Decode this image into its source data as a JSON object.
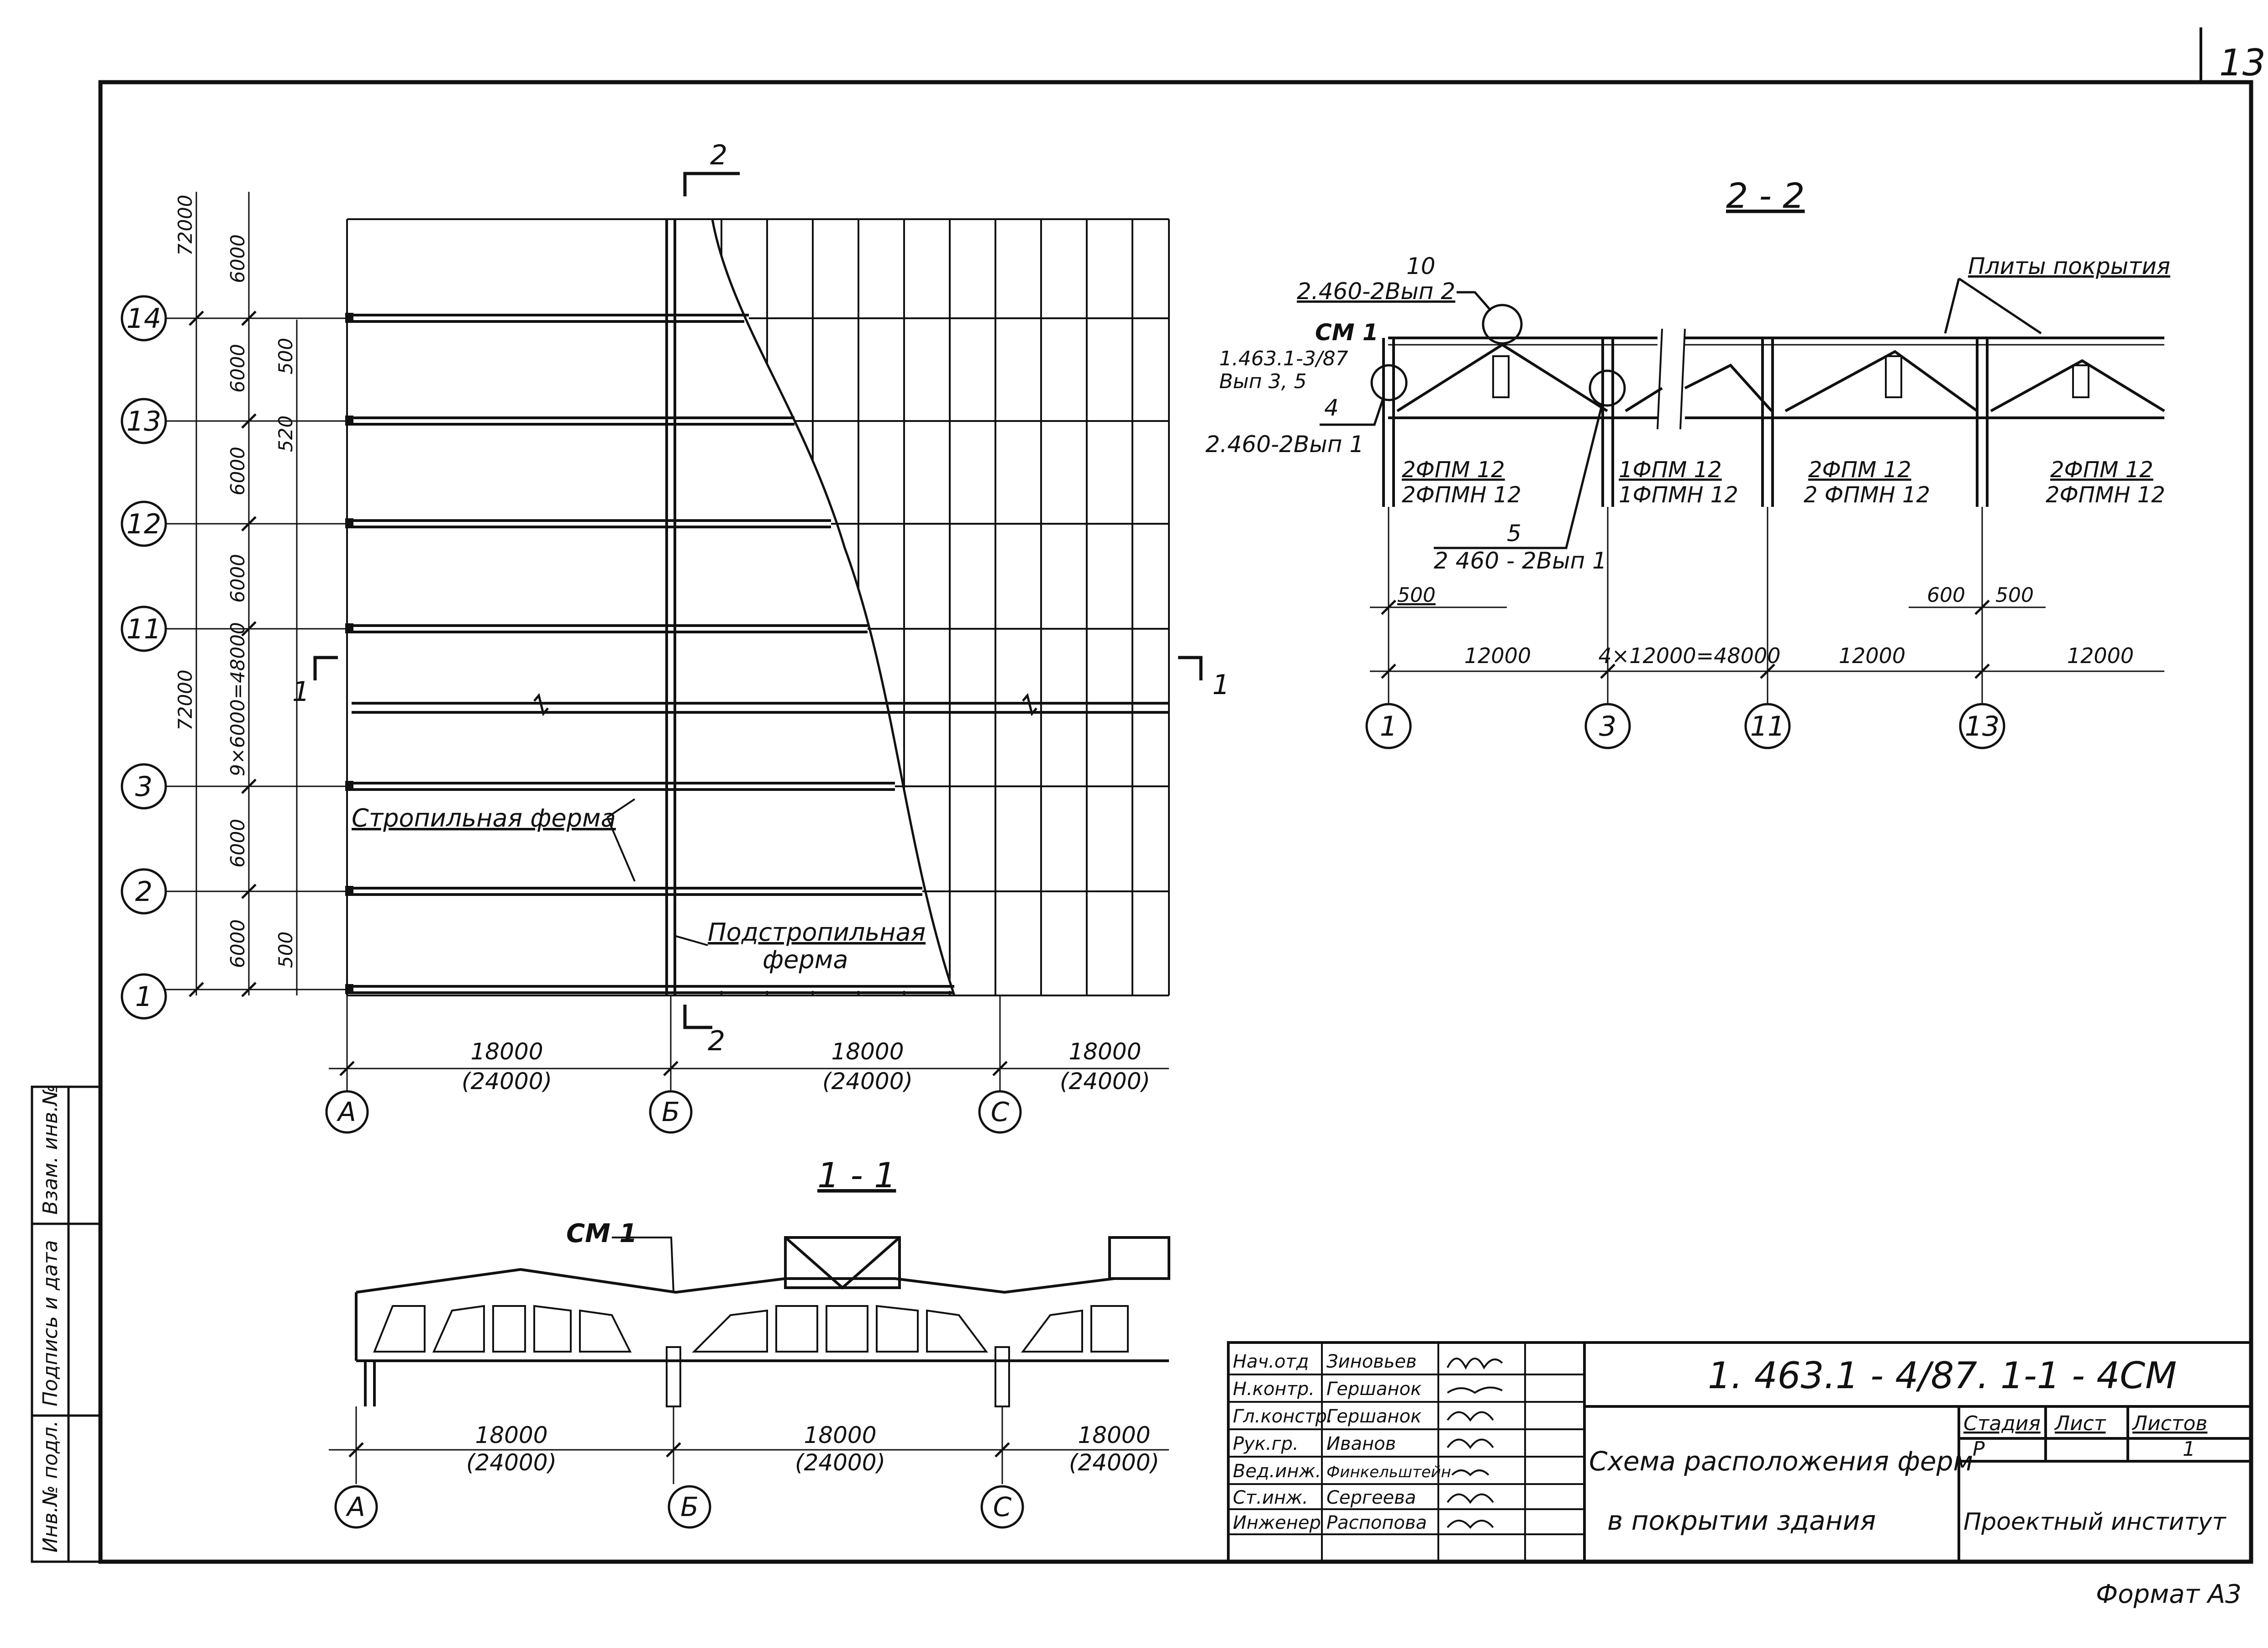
{
  "page_number": "13",
  "format": "Формат А3",
  "plan": {
    "axes_rows": [
      "14",
      "13",
      "12",
      "11",
      "3",
      "2",
      "1"
    ],
    "axes_cols": [
      "А",
      "Б",
      "С"
    ],
    "left_dims": [
      "6000",
      "6000",
      "6000",
      "6000",
      "6000",
      "6000"
    ],
    "left_outer": "72000",
    "left_outer2": "72000",
    "middle_dim": "9×6000=48000",
    "small_500_top": "500",
    "small_520": "520",
    "small_500_bottom": "500",
    "bottom_dims": [
      "18000",
      "18000",
      "18000"
    ],
    "bottom_dims_alt": [
      "(24000)",
      "(24000)",
      "(24000)"
    ],
    "label_truss": "Стропильная ферма",
    "label_subtruss_1": "Подстропильная",
    "label_subtruss_2": "ферма",
    "section_2": "2",
    "section_1": "1"
  },
  "section_22": {
    "title": "2 - 2",
    "callout_10": "10",
    "callout_10_ref": "2.460-2Вып 2",
    "callout_cm": "СМ 1",
    "callout_cm_ref1": "1.463.1-3/87",
    "callout_cm_ref2": "Вып 3, 5",
    "callout_4": "4",
    "callout_4_ref": "2.460-2Вып 1",
    "callout_5": "5",
    "callout_5_ref": "2 460 - 2Вып 1",
    "plates": "Плиты покрытия",
    "col_labels": [
      [
        "2ФПМ 12",
        "2ФПМН 12"
      ],
      [
        "1ФПМ 12",
        "1ФПМН 12"
      ],
      [
        "2ФПМ 12",
        "2 ФПМН 12"
      ],
      [
        "2ФПМ 12",
        "2ФПМН 12"
      ]
    ],
    "dim_500_left": "500",
    "dim_600": "600",
    "dim_500_right": "500",
    "dims": [
      "12000",
      "4×12000=48000",
      "12000",
      "12000"
    ],
    "axes": [
      "1",
      "3",
      "11",
      "13"
    ]
  },
  "section_11": {
    "title": "1 - 1",
    "callout_cm": "СМ 1",
    "dims": [
      "18000",
      "18000",
      "18000"
    ],
    "dims_alt": [
      "(24000)",
      "(24000)",
      "(24000)"
    ],
    "axes": [
      "А",
      "Б",
      "С"
    ]
  },
  "side_stamp": [
    "Инв.№ подл.",
    "Подпись и дата",
    "Взам. инв.№"
  ],
  "title_block": {
    "doc_code": "1. 463.1 - 4/87. 1-1 - 4СМ",
    "roles": [
      "Нач.отд",
      "Н.контр.",
      "Гл.констр.",
      "Рук.гр.",
      "Вед.инж.",
      "Ст.инж.",
      "Инженер"
    ],
    "names": [
      "Зиновьев",
      "Гершанок",
      "Гершанок",
      "Иванов",
      "Финкельштейн",
      "Сергеева",
      "Распопова"
    ],
    "title_line1": "Схема расположения ферм",
    "title_line2": "в покрытии здания",
    "stage_header": "Стадия",
    "sheet_header": "Лист",
    "sheets_header": "Листов",
    "stage": "Р",
    "sheet": "",
    "sheets": "1",
    "institute": "Проектный институт"
  }
}
